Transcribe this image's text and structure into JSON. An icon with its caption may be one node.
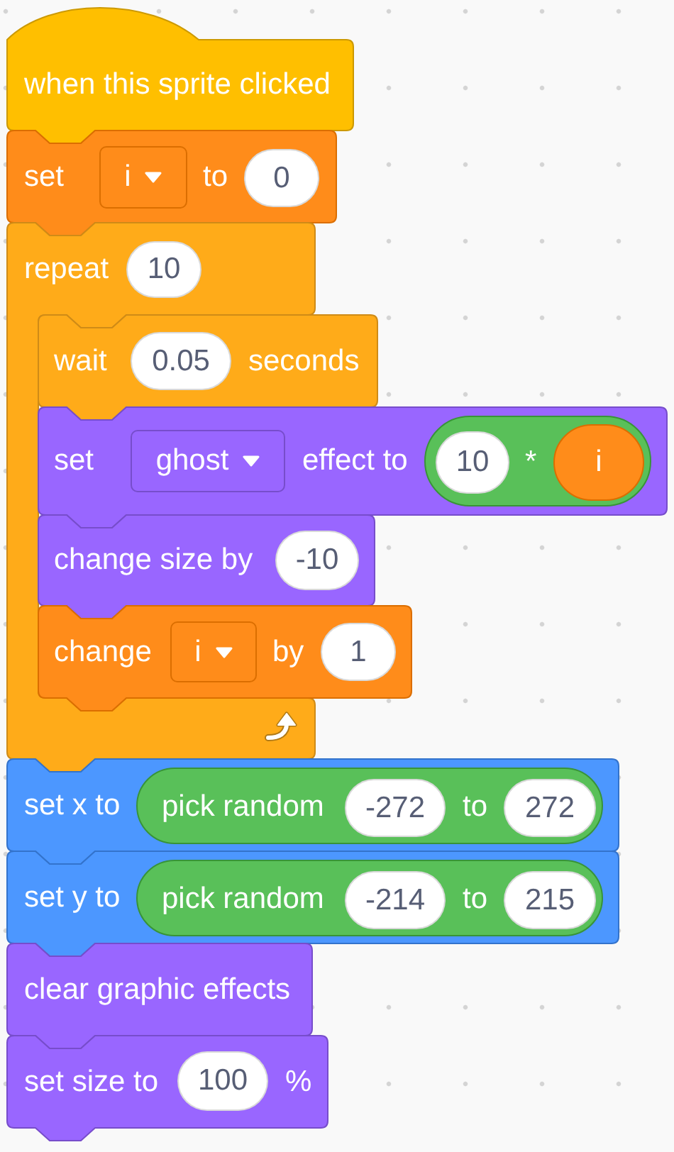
{
  "diagram": {
    "nodes": [
      {
        "text": [
          "when this sprite clicked"
        ]
      },
      {
        "text": [
          "set",
          "to"
        ]
      },
      {
        "text": [
          "i"
        ],
        "in": 1
      },
      {
        "text": [
          "0"
        ],
        "in": 1
      },
      {
        "text": [
          "repeat"
        ]
      },
      {
        "text": [
          "10"
        ],
        "in": 4
      },
      {
        "text": [
          "wait",
          "seconds"
        ]
      },
      {
        "text": [
          "0.05"
        ],
        "in": 6
      },
      {
        "text": [
          "set",
          "effect to"
        ]
      },
      {
        "text": [
          "ghost"
        ],
        "in": 8
      },
      {
        "text": [
          "*"
        ],
        "in": 8
      },
      {
        "text": [
          "10"
        ],
        "in": 10
      },
      {
        "text": [
          "i"
        ],
        "in": 10
      },
      {
        "text": [
          "change size by"
        ]
      },
      {
        "text": [
          "-10"
        ],
        "in": 13
      },
      {
        "text": [
          "change",
          "by"
        ]
      },
      {
        "text": [
          "i"
        ],
        "in": 15
      },
      {
        "text": [
          "1"
        ],
        "in": 15
      },
      {
        "text": [
          "set x to"
        ]
      },
      {
        "text": [
          "pick random",
          "to"
        ],
        "in": 18
      },
      {
        "text": [
          "-272"
        ],
        "in": 19
      },
      {
        "text": [
          "272"
        ],
        "in": 19
      },
      {
        "text": [
          "set y to"
        ]
      },
      {
        "text": [
          "pick random",
          "to"
        ],
        "in": 22
      },
      {
        "text": [
          "-214"
        ],
        "in": 23
      },
      {
        "text": [
          "215"
        ],
        "in": 23
      },
      {
        "text": [
          "clear graphic effects"
        ]
      },
      {
        "text": [
          "set size to",
          "%"
        ]
      },
      {
        "text": [
          "100"
        ],
        "in": 27
      }
    ]
  }
}
